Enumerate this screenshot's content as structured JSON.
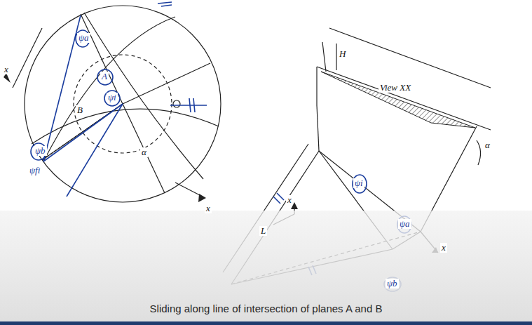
{
  "diagram": {
    "caption": "Sliding along line of intersection of planes A and B",
    "labels": [
      "x",
      "x",
      "ψa",
      "A",
      "ψi",
      "ψb",
      "B",
      "ψfi",
      "α",
      "H",
      "View XX",
      "α",
      "x",
      "x",
      "L",
      "ψa",
      "ψb",
      "ψi"
    ]
  }
}
